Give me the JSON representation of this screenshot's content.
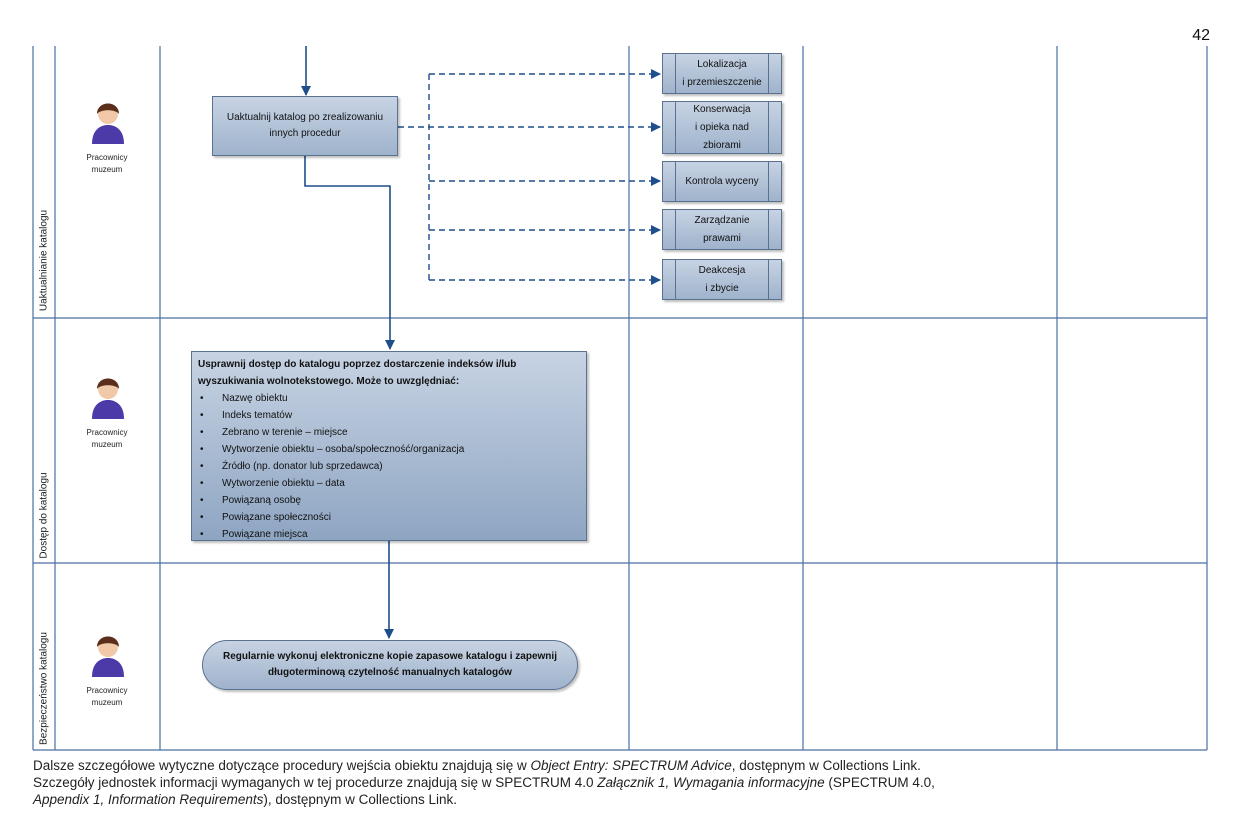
{
  "page_number": "42",
  "lanes": [
    {
      "title": "Uaktualnianie katalogu",
      "actor": [
        "Pracownicy",
        "muzeum"
      ]
    },
    {
      "title": "Dostęp do katalogu",
      "actor": [
        "Pracownicy",
        "muzeum"
      ]
    },
    {
      "title": "Bezpieczeństwo katalogu",
      "actor": [
        "Pracownicy",
        "muzeum"
      ]
    }
  ],
  "update_box": [
    "Uaktualnij katalog po zrealizowaniu",
    "innych procedur"
  ],
  "procedures": [
    {
      "lines": [
        "Lokalizacja",
        "i przemieszczenie"
      ]
    },
    {
      "lines": [
        "Konserwacja",
        "i opieka nad",
        "zbiorami"
      ]
    },
    {
      "lines": [
        "Kontrola wyceny"
      ]
    },
    {
      "lines": [
        "Zarządzanie",
        "prawami"
      ]
    },
    {
      "lines": [
        "Deakcesja",
        "i zbycie"
      ]
    }
  ],
  "access_box": {
    "heading": [
      "Usprawnij dostęp do katalogu poprzez dostarczenie indeksów i/lub",
      "wyszukiwania wolnotekstowego. Może to uwzględniać:"
    ],
    "items": [
      "Nazwę obiektu",
      "Indeks tematów",
      "Zebrano w terenie – miejsce",
      "Wytworzenie obiektu – osoba/społeczność/organizacja",
      "Źródło (np. donator lub sprzedawca)",
      "Wytworzenie obiektu – data",
      "Powiązaną osobę",
      "Powiązane społeczności",
      "Powiązane miejsca"
    ]
  },
  "backup_box": [
    "Regularnie wykonuj elektroniczne kopie zapasowe katalogu i zapewnij",
    "długoterminową czytelność manualnych katalogów"
  ],
  "footer": {
    "line1_a": "Dalsze szczegółowe wytyczne dotyczące procedury wejścia obiektu znajdują się w ",
    "line1_b": "Object Entry: SPECTRUM Advice",
    "line1_c": ", dostępnym w Collections Link.",
    "line2_a": "Szczegóły jednostek informacji wymaganych w tej procedurze znajdują się w SPECTRUM 4.0 ",
    "line2_b": "Załącznik 1, Wymagania informacyjne",
    "line2_c": " (SPECTRUM 4.0,",
    "line3_a": "Appendix 1, Information Requirements",
    "line3_b": "), dostępnym w Collections Link."
  }
}
